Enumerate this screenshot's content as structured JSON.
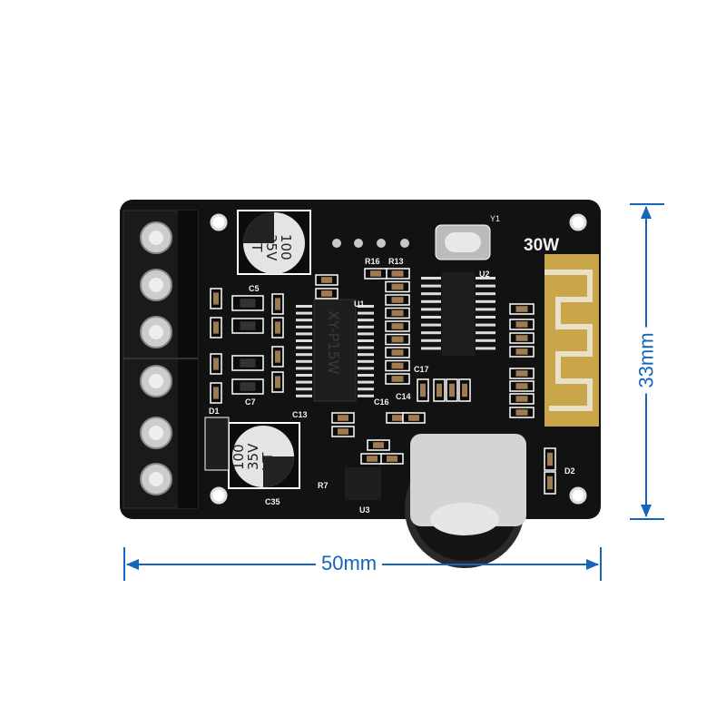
{
  "board": {
    "power_label": "30W",
    "amp_chip": "XY-P15W",
    "capacitor_top": {
      "value": "100",
      "voltage": "35V",
      "series": "VT"
    },
    "capacitor_bottom": {
      "value": "100",
      "voltage": "35V",
      "series": "VT"
    },
    "crystal_label": "Y1",
    "labels": [
      "R16",
      "R13",
      "U1",
      "U2",
      "C17",
      "C14",
      "C16",
      "C13",
      "C35",
      "D1",
      "D2",
      "U3",
      "R7",
      "C5",
      "C7"
    ]
  },
  "dimensions": {
    "width": "50mm",
    "height": "33mm"
  },
  "colors": {
    "pcb": "#121212",
    "dimension": "#1565b8",
    "antenna": "#c9a64a"
  }
}
